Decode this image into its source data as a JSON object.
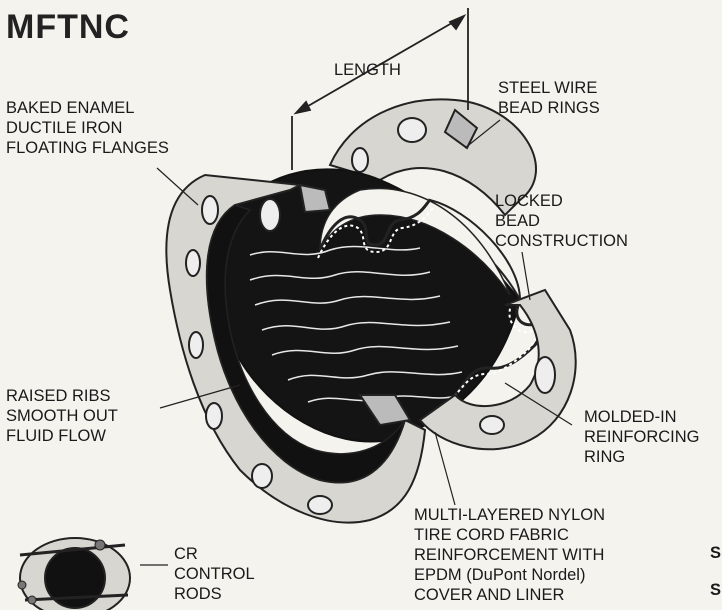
{
  "title": "MFTNC",
  "labels": {
    "length": "LENGTH",
    "steel_wire": [
      "STEEL WIRE",
      "BEAD RINGS"
    ],
    "flanges": [
      "BAKED ENAMEL",
      "DUCTILE IRON",
      "FLOATING FLANGES"
    ],
    "locked_bead": [
      "LOCKED",
      "BEAD",
      "CONSTRUCTION"
    ],
    "raised_ribs": [
      "RAISED RIBS",
      "SMOOTH OUT",
      "FLUID FLOW"
    ],
    "molded_ring": [
      "MOLDED-IN",
      "REINFORCING",
      "RING"
    ],
    "nylon": [
      "MULTI-LAYERED NYLON",
      "TIRE CORD FABRIC",
      "REINFORCEMENT WITH",
      "EPDM (DuPont Nordel)",
      "COVER AND LINER"
    ],
    "control_rods": [
      "CR",
      "CONTROL",
      "RODS"
    ],
    "edge_letters": [
      "S",
      "S"
    ]
  }
}
